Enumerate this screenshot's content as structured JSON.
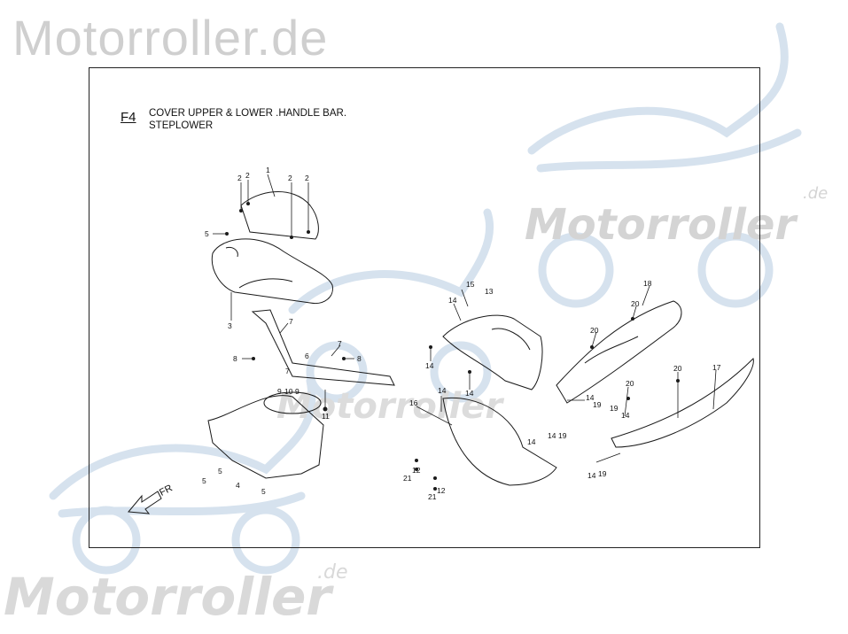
{
  "watermark": {
    "top": "Motorroller.de",
    "brand": "Motorroller",
    "suffix": ".de"
  },
  "diagram": {
    "code": "F4",
    "title_line1": "COVER UPPER & LOWER .HANDLE BAR.",
    "title_line2": "STEPLOWER",
    "direction_label": "FR"
  },
  "callouts": [
    {
      "id": "c1",
      "text": "2"
    },
    {
      "id": "c2",
      "text": "2"
    },
    {
      "id": "c3",
      "text": "1"
    },
    {
      "id": "c4",
      "text": "2"
    },
    {
      "id": "c5",
      "text": "2"
    },
    {
      "id": "c6",
      "text": "5"
    },
    {
      "id": "c7",
      "text": "3"
    },
    {
      "id": "c8",
      "text": "7"
    },
    {
      "id": "c9",
      "text": "7"
    },
    {
      "id": "c10",
      "text": "8"
    },
    {
      "id": "c11",
      "text": "6"
    },
    {
      "id": "c12",
      "text": "8"
    },
    {
      "id": "c13",
      "text": "7"
    },
    {
      "id": "c14",
      "text": "9"
    },
    {
      "id": "c15",
      "text": "10"
    },
    {
      "id": "c16",
      "text": "9"
    },
    {
      "id": "c17",
      "text": "11"
    },
    {
      "id": "c18",
      "text": "5"
    },
    {
      "id": "c19",
      "text": "5"
    },
    {
      "id": "c20",
      "text": "4"
    },
    {
      "id": "c21",
      "text": "5"
    },
    {
      "id": "c22",
      "text": "15"
    },
    {
      "id": "c23",
      "text": "13"
    },
    {
      "id": "c24",
      "text": "14"
    },
    {
      "id": "c25",
      "text": "14"
    },
    {
      "id": "c26",
      "text": "14"
    },
    {
      "id": "c27",
      "text": "14"
    },
    {
      "id": "c28",
      "text": "16"
    },
    {
      "id": "c29",
      "text": "14"
    },
    {
      "id": "c30",
      "text": "12"
    },
    {
      "id": "c31",
      "text": "21"
    },
    {
      "id": "c32",
      "text": "12"
    },
    {
      "id": "c33",
      "text": "21"
    },
    {
      "id": "c34",
      "text": "18"
    },
    {
      "id": "c35",
      "text": "20"
    },
    {
      "id": "c36",
      "text": "20"
    },
    {
      "id": "c37",
      "text": "14"
    },
    {
      "id": "c38",
      "text": "19"
    },
    {
      "id": "c39",
      "text": "14"
    },
    {
      "id": "c40",
      "text": "19"
    },
    {
      "id": "c41",
      "text": "20"
    },
    {
      "id": "c42",
      "text": "17"
    },
    {
      "id": "c43",
      "text": "20"
    },
    {
      "id": "c44",
      "text": "19"
    },
    {
      "id": "c45",
      "text": "14"
    },
    {
      "id": "c46",
      "text": "14"
    },
    {
      "id": "c47",
      "text": "19"
    }
  ]
}
